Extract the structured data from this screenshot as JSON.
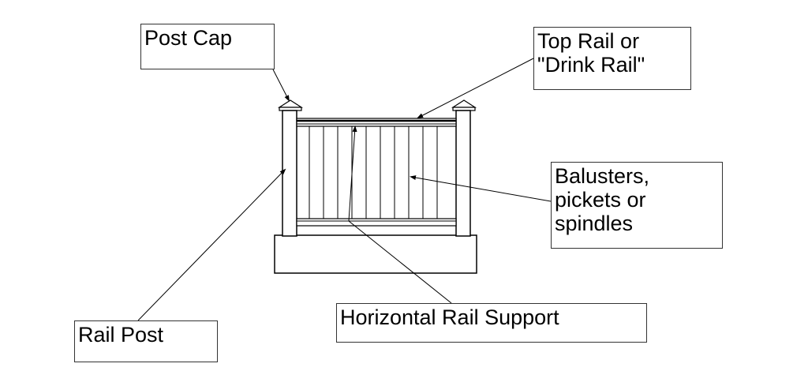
{
  "diagram": {
    "labels": {
      "post_cap": "Post Cap",
      "top_rail": [
        "Top Rail or",
        "\"Drink Rail\""
      ],
      "balusters": [
        "Balusters,",
        "pickets or",
        "spindles"
      ],
      "horizontal_rail_support": "Horizontal Rail Support",
      "rail_post": "Rail Post"
    },
    "colors": {
      "line": "#000000",
      "box_border": "#333333",
      "background": "#ffffff"
    }
  }
}
